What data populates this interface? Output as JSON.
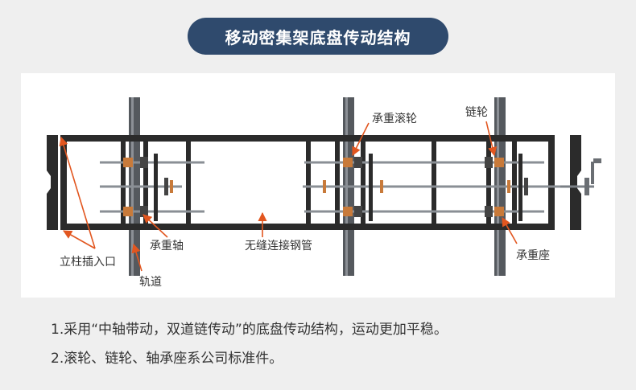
{
  "title": "移动密集架底盘传动结构",
  "labels": {
    "bearing_roller": "承重滚轮",
    "sprocket": "链轮",
    "bearing_shaft": "承重轴",
    "seamless_pipe": "无缝连接钢管",
    "bearing_seat": "承重座",
    "column_socket": "立柱插入口",
    "track": "轨道"
  },
  "notes": [
    "1.采用“中轴带动，双道链传动”的底盘传动结构，运动更加平稳。",
    "2.滚轮、链轮、轴承座系公司标准件。"
  ],
  "colors": {
    "title_bg": "#2f4a6d",
    "frame": "#2b2b2b",
    "track": "#55595e",
    "pipe": "#8a8f95",
    "arrow": "#e2561f",
    "component": "#c87a3a"
  }
}
